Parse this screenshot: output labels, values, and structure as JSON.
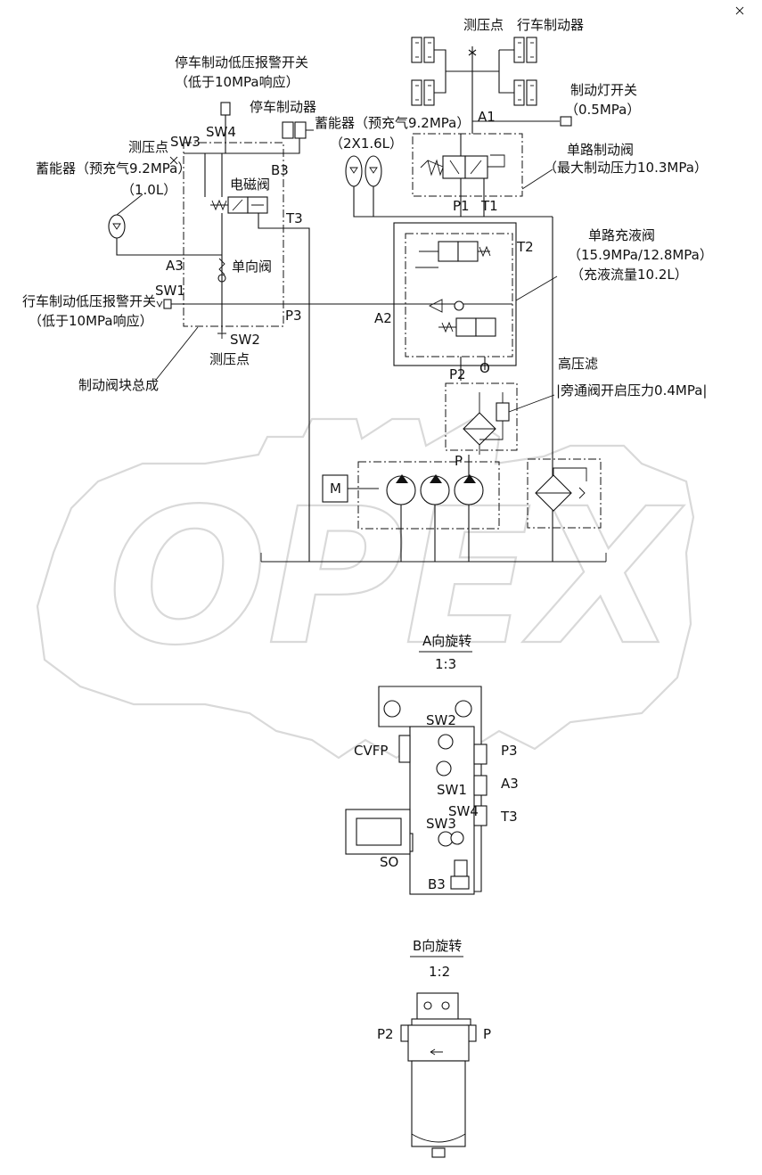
{
  "watermark": {
    "brand": "OPEX"
  },
  "schematic": {
    "test_point_top": "测压点",
    "service_brake_top": "行车制动器",
    "parking_low_switch": [
      "停车制动低压报警开关",
      "（低于10MPa响应）"
    ],
    "parking_brake": "停车制动器",
    "accumulator_top": [
      "蓄能器（预充气9.2MPa）",
      "（2X1.6L）"
    ],
    "brake_light_switch": [
      "制动灯开关",
      "（0.5MPa）"
    ],
    "single_brake_valve": [
      "单路制动阀",
      "（最大制动压力10.3MPa）"
    ],
    "test_point_left": "测压点",
    "accumulator_left": [
      "蓄能器（预充气9.2MPa）",
      "（1.0L）"
    ],
    "solenoid_valve": "电磁阀",
    "check_valve": "单向阀",
    "service_low_switch": [
      "行车制动低压报警开关",
      "（低于10MPa响应）"
    ],
    "test_point_bottom": "测压点",
    "brake_block_assembly": "制动阀块总成",
    "charging_valve": [
      "单路充液阀",
      "（15.9MPa/12.8MPa）",
      "（充液流量10.2L）"
    ],
    "hp_filter": [
      "高压滤",
      "|旁通阀开启压力0.4MPa|"
    ],
    "motor": "M",
    "ports": {
      "SW3": "SW3",
      "SW4": "SW4",
      "B3": "B3",
      "T3": "T3",
      "A3": "A3",
      "SW1": "SW1",
      "P3": "P3",
      "SW2": "SW2",
      "A1": "A1",
      "P1": "P1",
      "T1": "T1",
      "T2": "T2",
      "A2": "A2",
      "P2": "P2",
      "O": "O",
      "P": "P"
    }
  },
  "view_a": {
    "title": "A向旋转",
    "scale": "1:3",
    "labels": {
      "SW2": "SW2",
      "CVFP": "CVFP",
      "P3": "P3",
      "SW1": "SW1",
      "A3": "A3",
      "SW4": "SW4",
      "T3": "T3",
      "SW3": "SW3",
      "SO": "SO",
      "B3": "B3"
    }
  },
  "view_b": {
    "title": "B向旋转",
    "scale": "1:2",
    "labels": {
      "P2": "P2",
      "P": "P"
    }
  }
}
